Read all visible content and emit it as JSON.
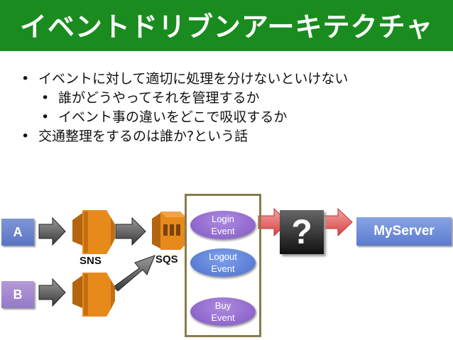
{
  "title": "イベントドリブンアーキテクチャ",
  "bullets": [
    {
      "text": "イベントに対して適切に処理を分けないといけない",
      "level": 1
    },
    {
      "text": "誰がどうやってそれを管理するか",
      "level": 2
    },
    {
      "text": "イベント事の違いをどこで吸収するか",
      "level": 2
    },
    {
      "text": "交通整理をするのは誰か?という話",
      "level": 1
    }
  ],
  "bullet_glyph": "•",
  "diagram": {
    "source_a": "A",
    "source_b": "B",
    "sns_label": "SNS",
    "sqs_label": "SQS",
    "events": [
      {
        "line1": "Login",
        "line2": "Event",
        "color": "purple"
      },
      {
        "line1": "Logout",
        "line2": "Event",
        "color": "blue"
      },
      {
        "line1": "Buy",
        "line2": "Event",
        "color": "purple"
      }
    ],
    "question": "?",
    "target": "MyServer"
  },
  "colors": {
    "title_bg": "#1a8c1f",
    "aws_orange": "#e88a1b",
    "queue_frame": "#8b7b4a",
    "arrow_red": "#e05555"
  }
}
